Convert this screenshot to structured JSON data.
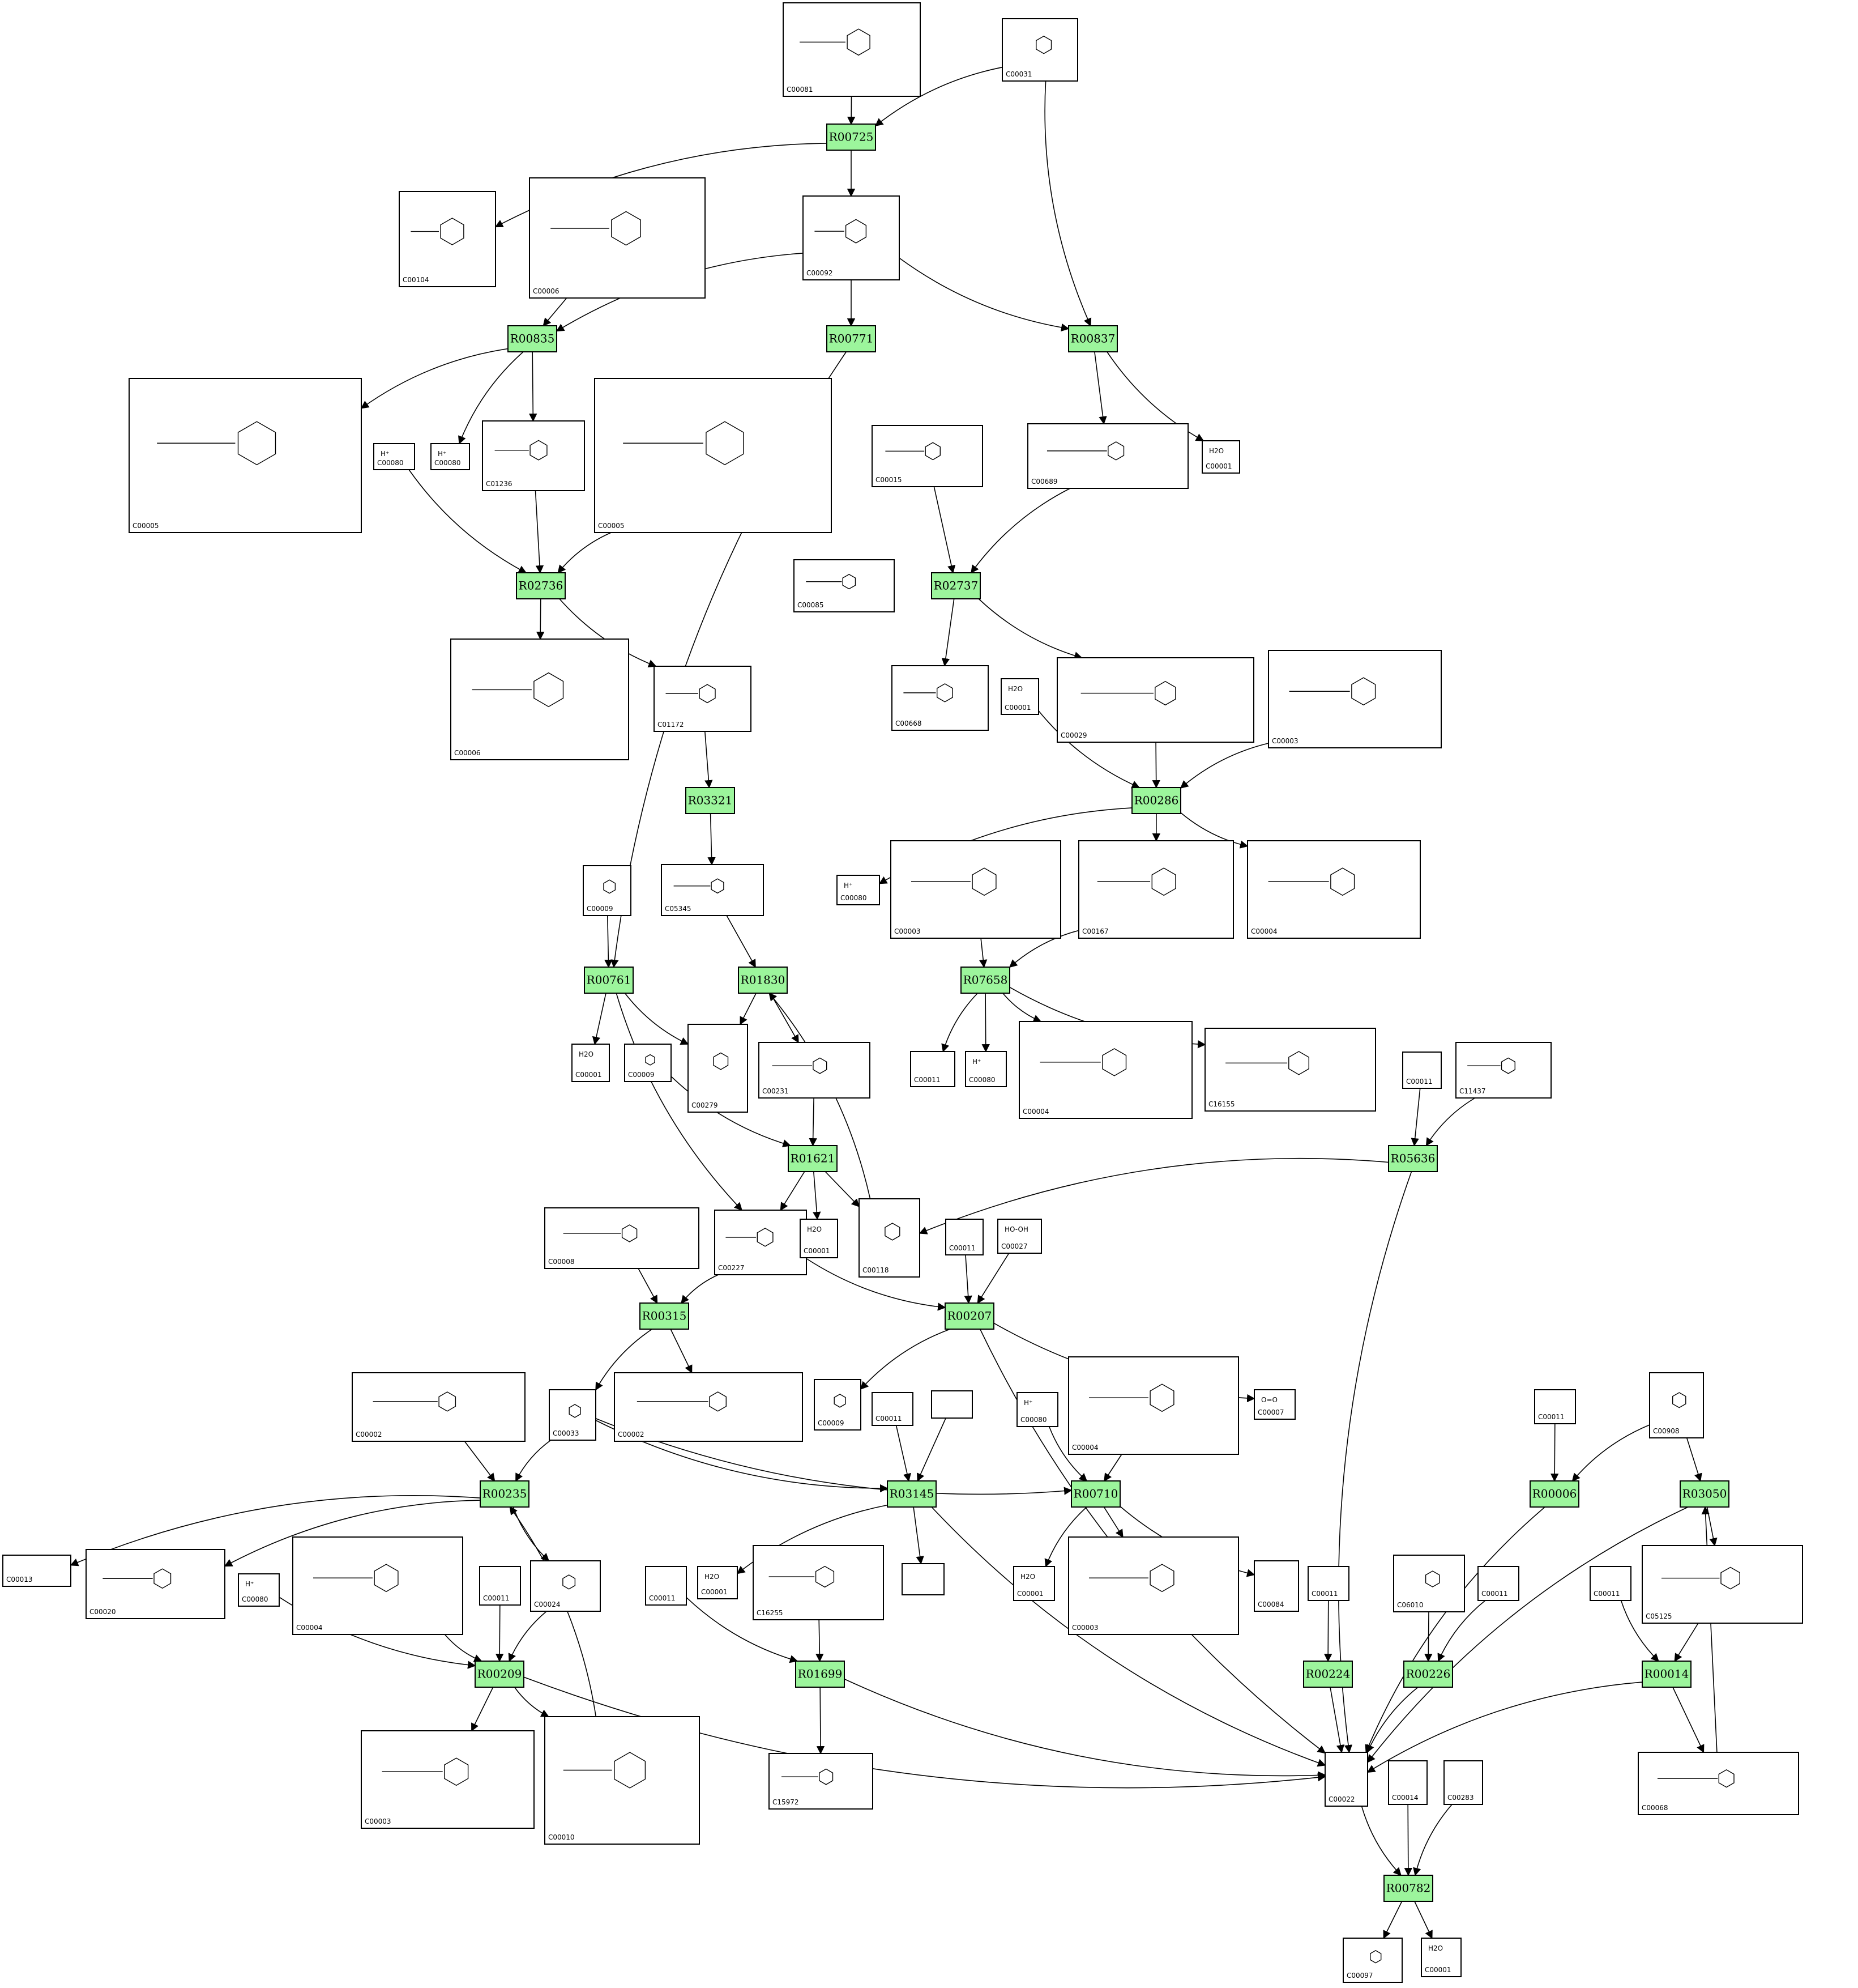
{
  "reactions": [
    {
      "id": "R00725",
      "label": "R00725"
    },
    {
      "id": "R00835",
      "label": "R00835"
    },
    {
      "id": "R00771",
      "label": "R00771"
    },
    {
      "id": "R00837",
      "label": "R00837"
    },
    {
      "id": "R02736",
      "label": "R02736"
    },
    {
      "id": "R02737",
      "label": "R02737"
    },
    {
      "id": "R03321",
      "label": "R03321"
    },
    {
      "id": "R00286",
      "label": "R00286"
    },
    {
      "id": "R00761",
      "label": "R00761"
    },
    {
      "id": "R01830",
      "label": "R01830"
    },
    {
      "id": "R07658",
      "label": "R07658"
    },
    {
      "id": "R01621",
      "label": "R01621"
    },
    {
      "id": "R05636",
      "label": "R05636"
    },
    {
      "id": "R00315",
      "label": "R00315"
    },
    {
      "id": "R00207",
      "label": "R00207"
    },
    {
      "id": "R00235",
      "label": "R00235"
    },
    {
      "id": "R03145",
      "label": "R03145"
    },
    {
      "id": "R00710",
      "label": "R00710"
    },
    {
      "id": "R00006",
      "label": "R00006"
    },
    {
      "id": "R03050",
      "label": "R03050"
    },
    {
      "id": "R00209",
      "label": "R00209"
    },
    {
      "id": "R01699",
      "label": "R01699"
    },
    {
      "id": "R00224",
      "label": "R00224"
    },
    {
      "id": "R00226",
      "label": "R00226"
    },
    {
      "id": "R00014",
      "label": "R00014"
    },
    {
      "id": "R00782",
      "label": "R00782"
    }
  ],
  "compounds": [
    {
      "id": "n01",
      "label": "C00081",
      "formula": ""
    },
    {
      "id": "n02",
      "label": "C00031",
      "formula": ""
    },
    {
      "id": "n03",
      "label": "C00104",
      "formula": ""
    },
    {
      "id": "n04",
      "label": "C00006",
      "formula": ""
    },
    {
      "id": "n05",
      "label": "C00092",
      "formula": ""
    },
    {
      "id": "n06",
      "label": "C00005",
      "formula": ""
    },
    {
      "id": "n07",
      "label": "C00080",
      "formula": "H⁺"
    },
    {
      "id": "n08",
      "label": "C00080",
      "formula": "H⁺"
    },
    {
      "id": "n09",
      "label": "C01236",
      "formula": ""
    },
    {
      "id": "n10",
      "label": "C00005",
      "formula": ""
    },
    {
      "id": "n11",
      "label": "C00085",
      "formula": ""
    },
    {
      "id": "n12",
      "label": "C00015",
      "formula": ""
    },
    {
      "id": "n13",
      "label": "C00689",
      "formula": ""
    },
    {
      "id": "n14",
      "label": "C00001",
      "formula": "H2O"
    },
    {
      "id": "n15",
      "label": "C00006",
      "formula": ""
    },
    {
      "id": "n16",
      "label": "C01172",
      "formula": ""
    },
    {
      "id": "n17",
      "label": "C00668",
      "formula": ""
    },
    {
      "id": "n18",
      "label": "C00001",
      "formula": "H2O"
    },
    {
      "id": "n19",
      "label": "C00029",
      "formula": ""
    },
    {
      "id": "n20",
      "label": "C00003",
      "formula": ""
    },
    {
      "id": "n21",
      "label": "C00009",
      "formula": ""
    },
    {
      "id": "n22",
      "label": "C05345",
      "formula": ""
    },
    {
      "id": "n23",
      "label": "C00080",
      "formula": "H⁺"
    },
    {
      "id": "n24",
      "label": "C00003",
      "formula": ""
    },
    {
      "id": "n25",
      "label": "C00167",
      "formula": ""
    },
    {
      "id": "n26",
      "label": "C00004",
      "formula": ""
    },
    {
      "id": "n27",
      "label": "C00001",
      "formula": "H2O"
    },
    {
      "id": "n28",
      "label": "C00009",
      "formula": ""
    },
    {
      "id": "n29",
      "label": "C00279",
      "formula": ""
    },
    {
      "id": "n30",
      "label": "C00231",
      "formula": ""
    },
    {
      "id": "n31",
      "label": "C00011",
      "formula": ""
    },
    {
      "id": "n32",
      "label": "C00080",
      "formula": "H⁺"
    },
    {
      "id": "n33",
      "label": "C00004",
      "formula": ""
    },
    {
      "id": "n34",
      "label": "C16155",
      "formula": ""
    },
    {
      "id": "n35",
      "label": "C00011",
      "formula": ""
    },
    {
      "id": "n36",
      "label": "C11437",
      "formula": ""
    },
    {
      "id": "n37",
      "label": "C00008",
      "formula": ""
    },
    {
      "id": "n38",
      "label": "C00227",
      "formula": ""
    },
    {
      "id": "n39",
      "label": "C00001",
      "formula": "H2O"
    },
    {
      "id": "n40",
      "label": "C00118",
      "formula": ""
    },
    {
      "id": "n41",
      "label": "C00011",
      "formula": ""
    },
    {
      "id": "n42",
      "label": "C00027",
      "formula": "HO-OH"
    },
    {
      "id": "n43",
      "label": "C00002",
      "formula": ""
    },
    {
      "id": "n44",
      "label": "C00033",
      "formula": ""
    },
    {
      "id": "n45",
      "label": "C00002",
      "formula": ""
    },
    {
      "id": "n46",
      "label": "C00009",
      "formula": ""
    },
    {
      "id": "n47",
      "label": "C00011",
      "formula": ""
    },
    {
      "id": "n48",
      "label": "",
      "formula": ""
    },
    {
      "id": "n49",
      "label": "C00080",
      "formula": "H⁺"
    },
    {
      "id": "n50",
      "label": "C00004",
      "formula": ""
    },
    {
      "id": "n51",
      "label": "C00007",
      "formula": "O=O"
    },
    {
      "id": "n52",
      "label": "C00011",
      "formula": ""
    },
    {
      "id": "n53",
      "label": "C00908",
      "formula": ""
    },
    {
      "id": "n54",
      "label": "C00013",
      "formula": ""
    },
    {
      "id": "n55",
      "label": "C00020",
      "formula": ""
    },
    {
      "id": "n56",
      "label": "C00080",
      "formula": "H⁺"
    },
    {
      "id": "n57",
      "label": "C00004",
      "formula": ""
    },
    {
      "id": "n58",
      "label": "C00011",
      "formula": ""
    },
    {
      "id": "n59",
      "label": "C00024",
      "formula": ""
    },
    {
      "id": "n60",
      "label": "C00011",
      "formula": ""
    },
    {
      "id": "n61",
      "label": "C00001",
      "formula": "H2O"
    },
    {
      "id": "n62",
      "label": "C16255",
      "formula": ""
    },
    {
      "id": "n63",
      "label": "",
      "formula": ""
    },
    {
      "id": "n64",
      "label": "C00001",
      "formula": "H2O"
    },
    {
      "id": "n65",
      "label": "C00003",
      "formula": ""
    },
    {
      "id": "n66",
      "label": "C00084",
      "formula": ""
    },
    {
      "id": "n67",
      "label": "C00011",
      "formula": ""
    },
    {
      "id": "n68",
      "label": "C06010",
      "formula": ""
    },
    {
      "id": "n69",
      "label": "C00011",
      "formula": ""
    },
    {
      "id": "n70",
      "label": "C00011",
      "formula": ""
    },
    {
      "id": "n71",
      "label": "C05125",
      "formula": ""
    },
    {
      "id": "n72",
      "label": "C00003",
      "formula": ""
    },
    {
      "id": "n73",
      "label": "C00010",
      "formula": ""
    },
    {
      "id": "n74",
      "label": "C15972",
      "formula": ""
    },
    {
      "id": "n75",
      "label": "C00022",
      "formula": ""
    },
    {
      "id": "n76",
      "label": "C00014",
      "formula": ""
    },
    {
      "id": "n77",
      "label": "C00283",
      "formula": ""
    },
    {
      "id": "n78",
      "label": "C00068",
      "formula": ""
    },
    {
      "id": "n79",
      "label": "C00097",
      "formula": ""
    },
    {
      "id": "n80",
      "label": "C00001",
      "formula": "H2O"
    }
  ],
  "edges": [
    [
      "n01",
      "R00725"
    ],
    [
      "n02",
      "R00725"
    ],
    [
      "R00725",
      "n03"
    ],
    [
      "R00725",
      "n05"
    ],
    [
      "n02",
      "R00837"
    ],
    [
      "n04",
      "R00835"
    ],
    [
      "n05",
      "R00835"
    ],
    [
      "n05",
      "R00771"
    ],
    [
      "n05",
      "R00837"
    ],
    [
      "R00835",
      "n06"
    ],
    [
      "R00835",
      "n08"
    ],
    [
      "R00835",
      "n09"
    ],
    [
      "R00771",
      "R00761"
    ],
    [
      "R00837",
      "n13"
    ],
    [
      "R00837",
      "n14"
    ],
    [
      "n07",
      "R02736"
    ],
    [
      "n09",
      "R02736"
    ],
    [
      "n10",
      "R02736"
    ],
    [
      "R02736",
      "n15"
    ],
    [
      "R02736",
      "n16"
    ],
    [
      "n12",
      "R02737"
    ],
    [
      "n13",
      "R02737"
    ],
    [
      "R02737",
      "n17"
    ],
    [
      "R02737",
      "n19"
    ],
    [
      "n16",
      "R03321"
    ],
    [
      "R03321",
      "n22"
    ],
    [
      "n18",
      "R00286"
    ],
    [
      "n19",
      "R00286"
    ],
    [
      "n20",
      "R00286"
    ],
    [
      "R00286",
      "n23"
    ],
    [
      "R00286",
      "n25"
    ],
    [
      "R00286",
      "n26"
    ],
    [
      "n21",
      "R00761"
    ],
    [
      "R00761",
      "n27"
    ],
    [
      "R00761",
      "n29"
    ],
    [
      "R00761",
      "n38"
    ],
    [
      "n22",
      "R01830"
    ],
    [
      "R01830",
      "n29"
    ],
    [
      "R01830",
      "n30"
    ],
    [
      "n24",
      "R07658"
    ],
    [
      "n25",
      "R07658"
    ],
    [
      "R07658",
      "n31"
    ],
    [
      "R07658",
      "n32"
    ],
    [
      "R07658",
      "n33"
    ],
    [
      "R07658",
      "n34"
    ],
    [
      "n28",
      "R01621"
    ],
    [
      "n30",
      "R01621"
    ],
    [
      "R01621",
      "n38"
    ],
    [
      "R01621",
      "n39"
    ],
    [
      "R01621",
      "n40"
    ],
    [
      "n40",
      "R01830"
    ],
    [
      "n35",
      "R05636"
    ],
    [
      "n36",
      "R05636"
    ],
    [
      "R05636",
      "n40"
    ],
    [
      "R05636",
      "n75"
    ],
    [
      "n37",
      "R00315"
    ],
    [
      "n38",
      "R00315"
    ],
    [
      "R00315",
      "n44"
    ],
    [
      "R00315",
      "n45"
    ],
    [
      "n38",
      "R00207"
    ],
    [
      "n41",
      "R00207"
    ],
    [
      "n42",
      "R00207"
    ],
    [
      "R00207",
      "n46"
    ],
    [
      "R00207",
      "n51"
    ],
    [
      "R00207",
      "n75"
    ],
    [
      "n43",
      "R00235"
    ],
    [
      "n44",
      "R00235"
    ],
    [
      "n73",
      "R00235"
    ],
    [
      "R00235",
      "n54"
    ],
    [
      "R00235",
      "n55"
    ],
    [
      "R00235",
      "n59"
    ],
    [
      "n44",
      "R03145"
    ],
    [
      "n47",
      "R03145"
    ],
    [
      "n48",
      "R03145"
    ],
    [
      "R03145",
      "n61"
    ],
    [
      "R03145",
      "n63"
    ],
    [
      "R03145",
      "n75"
    ],
    [
      "n44",
      "R00710"
    ],
    [
      "n49",
      "R00710"
    ],
    [
      "n50",
      "R00710"
    ],
    [
      "R00710",
      "n64"
    ],
    [
      "R00710",
      "n65"
    ],
    [
      "R00710",
      "n66"
    ],
    [
      "n52",
      "R00006"
    ],
    [
      "n53",
      "R00006"
    ],
    [
      "R00006",
      "n75"
    ],
    [
      "n53",
      "R03050"
    ],
    [
      "n78",
      "R03050"
    ],
    [
      "R03050",
      "n71"
    ],
    [
      "R03050",
      "n75"
    ],
    [
      "n56",
      "R00209"
    ],
    [
      "n57",
      "R00209"
    ],
    [
      "n58",
      "R00209"
    ],
    [
      "n59",
      "R00209"
    ],
    [
      "R00209",
      "n72"
    ],
    [
      "R00209",
      "n73"
    ],
    [
      "R00209",
      "n75"
    ],
    [
      "n60",
      "R01699"
    ],
    [
      "n62",
      "R01699"
    ],
    [
      "R01699",
      "n74"
    ],
    [
      "R01699",
      "n75"
    ],
    [
      "n67",
      "R00224"
    ],
    [
      "R00224",
      "n75"
    ],
    [
      "n68",
      "R00226"
    ],
    [
      "n69",
      "R00226"
    ],
    [
      "R00226",
      "n75"
    ],
    [
      "n70",
      "R00014"
    ],
    [
      "n71",
      "R00014"
    ],
    [
      "R00014",
      "n75"
    ],
    [
      "R00014",
      "n78"
    ],
    [
      "n75",
      "R00782"
    ],
    [
      "n76",
      "R00782"
    ],
    [
      "n77",
      "R00782"
    ],
    [
      "R00782",
      "n79"
    ],
    [
      "R00782",
      "n80"
    ]
  ]
}
